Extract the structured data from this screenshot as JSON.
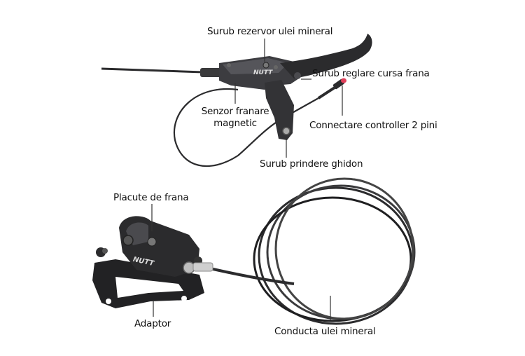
{
  "labels": {
    "reservoir_screw": "Surub rezervor ulei mineral",
    "lever_reach_screw": "Surub reglare cursa frana",
    "brake_sensor_line1": "Senzor franare",
    "brake_sensor_line2": "magnetic",
    "controller_connector": "Connectare controller 2 pini",
    "handlebar_clamp_screw": "Surub prindere ghidon",
    "brake_pads": "Placute de frana",
    "adaptor": "Adaptor",
    "mineral_oil_hose": "Conducta ulei mineral"
  },
  "branding": {
    "lever_logo": "NUTT",
    "caliper_logo": "NUTT"
  },
  "colors": {
    "background": "#ffffff",
    "part_body": "#2b2b2d",
    "part_highlight": "#5a5a5e",
    "connector_tip": "#e0405a",
    "leader_line": "#333333",
    "label_text": "#111111"
  }
}
